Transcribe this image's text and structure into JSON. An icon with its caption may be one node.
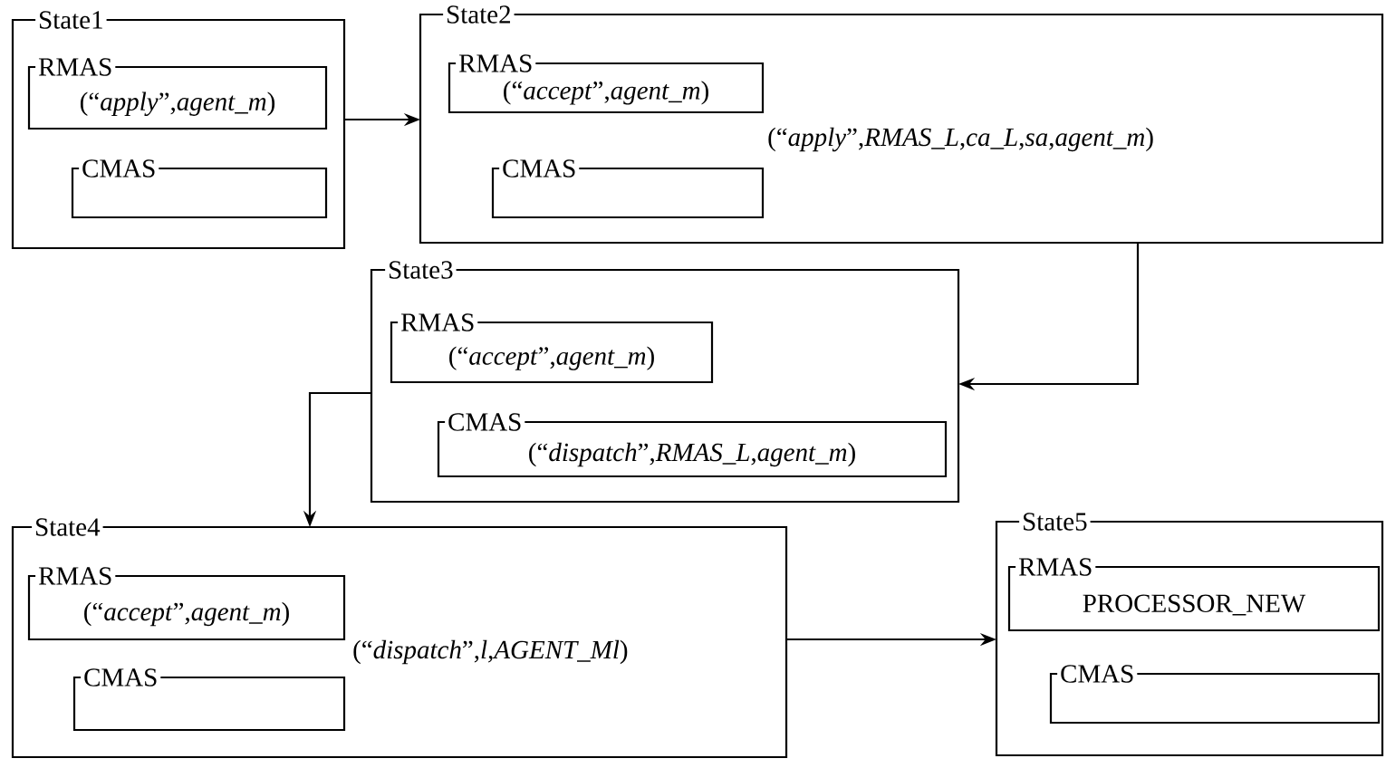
{
  "diagram": {
    "nodes": [
      {
        "text": [
          "State1"
        ]
      },
      {
        "text": [
          "RMAS",
          "(“*apply*”,*agent_m*)"
        ],
        "in": 0
      },
      {
        "text": [
          "CMAS"
        ],
        "in": 0
      },
      {
        "text": [
          "State2",
          "(“*apply*”,*RMAS_L*,*ca_L*,*sa*,*agent_m*)"
        ]
      },
      {
        "text": [
          "RMAS",
          "(“*accept*”,*agent_m*)"
        ],
        "in": 3
      },
      {
        "text": [
          "CMAS"
        ],
        "in": 3
      },
      {
        "text": [
          "State3"
        ]
      },
      {
        "text": [
          "RMAS",
          "(“*accept*”,*agent_m*)"
        ],
        "in": 6
      },
      {
        "text": [
          "CMAS",
          "(“*dispatch*”,*RMAS_L*,*agent_m*)"
        ],
        "in": 6
      },
      {
        "text": [
          "State4",
          "(“*dispatch*”,*l*,*AGENT_Ml*)"
        ]
      },
      {
        "text": [
          "RMAS",
          "(“*accept*”,*agent_m*)"
        ],
        "in": 9
      },
      {
        "text": [
          "CMAS"
        ],
        "in": 9
      },
      {
        "text": [
          "State5"
        ]
      },
      {
        "text": [
          "RMAS",
          "PROCESSOR_NEW"
        ],
        "in": 12
      },
      {
        "text": [
          "CMAS"
        ],
        "in": 12
      }
    ],
    "edges": [
      {
        "from": 0,
        "to": 3,
        "arrow": "to"
      },
      {
        "from": 3,
        "to": 6,
        "arrow": "to"
      },
      {
        "from": 6,
        "to": 9,
        "arrow": "to"
      },
      {
        "from": 9,
        "to": 12,
        "arrow": "to"
      }
    ]
  }
}
